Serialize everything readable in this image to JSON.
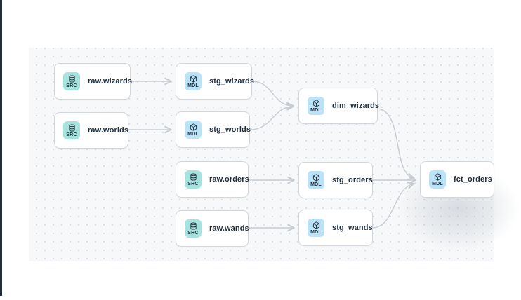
{
  "app": {
    "view": "data lineage DAG canvas"
  },
  "node_types": {
    "src_label": "SRC",
    "mdl_label": "MDL"
  },
  "nodes": [
    {
      "id": "raw.wizards",
      "label": "raw.wizards",
      "type": "SRC"
    },
    {
      "id": "raw.worlds",
      "label": "raw.worlds",
      "type": "SRC"
    },
    {
      "id": "stg_wizards",
      "label": "stg_wizards",
      "type": "MDL"
    },
    {
      "id": "stg_worlds",
      "label": "stg_worlds",
      "type": "MDL"
    },
    {
      "id": "raw.orders",
      "label": "raw.orders",
      "type": "SRC"
    },
    {
      "id": "raw.wands",
      "label": "raw.wands",
      "type": "SRC"
    },
    {
      "id": "dim_wizards",
      "label": "dim_wizards",
      "type": "MDL"
    },
    {
      "id": "stg_orders",
      "label": "stg_orders",
      "type": "MDL"
    },
    {
      "id": "stg_wands",
      "label": "stg_wands",
      "type": "MDL"
    },
    {
      "id": "fct_orders",
      "label": "fct_orders",
      "type": "MDL"
    }
  ],
  "edges": [
    {
      "from": "raw.wizards",
      "to": "stg_wizards"
    },
    {
      "from": "raw.worlds",
      "to": "stg_worlds"
    },
    {
      "from": "stg_wizards",
      "to": "dim_wizards"
    },
    {
      "from": "stg_worlds",
      "to": "dim_wizards"
    },
    {
      "from": "raw.orders",
      "to": "stg_orders"
    },
    {
      "from": "raw.wands",
      "to": "stg_wands"
    },
    {
      "from": "stg_orders",
      "to": "fct_orders"
    },
    {
      "from": "stg_wands",
      "to": "fct_orders"
    },
    {
      "from": "dim_wizards",
      "to": "fct_orders"
    }
  ],
  "colors": {
    "page_bg": "#ffffff",
    "canvas_bg": "#f7f8f9",
    "canvas_dots": "#d9dde2",
    "node_border": "#d2d7dd",
    "node_bg": "#ffffff",
    "label_text": "#22303e",
    "src_badge_bg": "#a7e3de",
    "mdl_badge_bg": "#bae3f8",
    "edge": "#c7ccd3",
    "left_bar": "#212b39",
    "highlight_glow": "rgba(173,182,193,0.42)"
  }
}
